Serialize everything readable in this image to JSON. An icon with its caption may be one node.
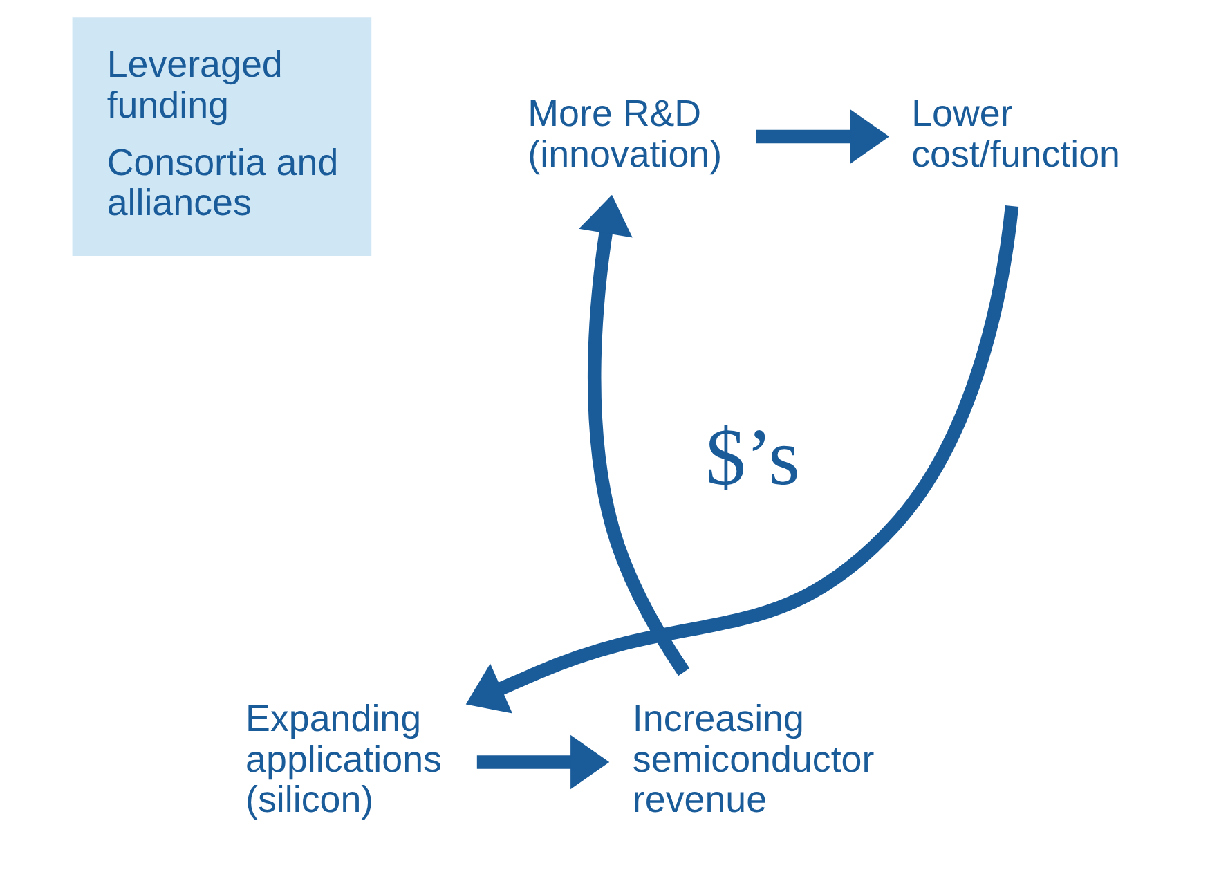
{
  "diagram": {
    "nodes": [
      {
        "text": [
          "More R&D (innovation)"
        ]
      },
      {
        "text": [
          "Lower cost/function"
        ]
      },
      {
        "text": [
          "Expanding applications (silicon)"
        ]
      },
      {
        "text": [
          "Increasing semiconductor revenue"
        ]
      },
      {
        "text": [
          "Leveraged funding",
          "Consortia and alliances"
        ]
      }
    ],
    "edges": [
      {
        "from": 0,
        "to": 1,
        "arrow": "to"
      },
      {
        "from": 1,
        "to": 2,
        "arrow": "to"
      },
      {
        "from": 2,
        "to": 3,
        "arrow": "to"
      },
      {
        "from": 3,
        "to": 0,
        "arrow": "to"
      }
    ],
    "labels": [
      "$’s"
    ]
  }
}
